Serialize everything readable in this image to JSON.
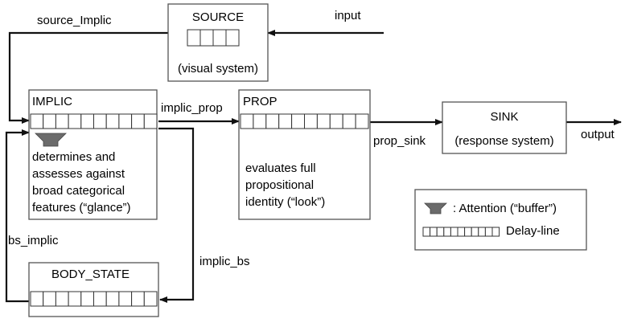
{
  "boxes": {
    "source": {
      "title": "SOURCE",
      "subtitle": "(visual system)"
    },
    "implic": {
      "title": "IMPLIC",
      "description": [
        "determines and",
        "assesses against",
        "broad categorical",
        "features (“glance”)"
      ]
    },
    "prop": {
      "title": "PROP",
      "description": [
        "evaluates full",
        "propositional",
        "identity (“look”)"
      ]
    },
    "sink": {
      "title": "SINK",
      "subtitle": "(response system)"
    },
    "body_state": {
      "title": "BODY_STATE"
    }
  },
  "arrows": {
    "source_implic": "source_Implic",
    "input": "input",
    "implic_prop": "implic_prop",
    "prop_sink": "prop_sink",
    "output": "output",
    "bs_implic": "bs_implic",
    "implic_bs": "implic_bs"
  },
  "legend": {
    "attention": ": Attention (“buffer”)",
    "delay_line": "Delay-line"
  },
  "colors": {
    "attention_fill": "#6b6b6b",
    "box_stroke": "#555555",
    "line": "#111111"
  }
}
